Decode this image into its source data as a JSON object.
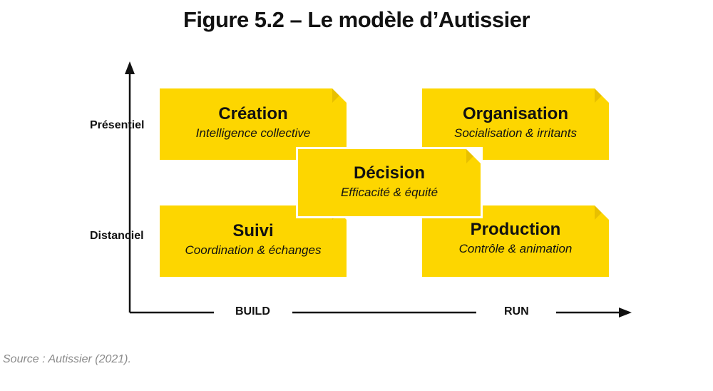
{
  "title": "Figure 5.2 – Le modèle d’Autissier",
  "axis": {
    "y_top_label": "Présentiel",
    "y_bottom_label": "Distanciel",
    "x_left_label": "BUILD",
    "x_right_label": "RUN"
  },
  "boxes": {
    "creation": {
      "title": "Création",
      "subtitle": "Intelligence collective"
    },
    "organisation": {
      "title": "Organisation",
      "subtitle": "Socialisation & irritants"
    },
    "decision": {
      "title": "Décision",
      "subtitle": "Efficacité & équité"
    },
    "suivi": {
      "title": "Suivi",
      "subtitle": "Coordination & échanges"
    },
    "production": {
      "title": "Production",
      "subtitle": "Contrôle & animation"
    }
  },
  "colors": {
    "box_fill": "#fdd600",
    "text": "#111111",
    "source": "#8a8a8a"
  },
  "source": "Source : Autissier (2021)."
}
